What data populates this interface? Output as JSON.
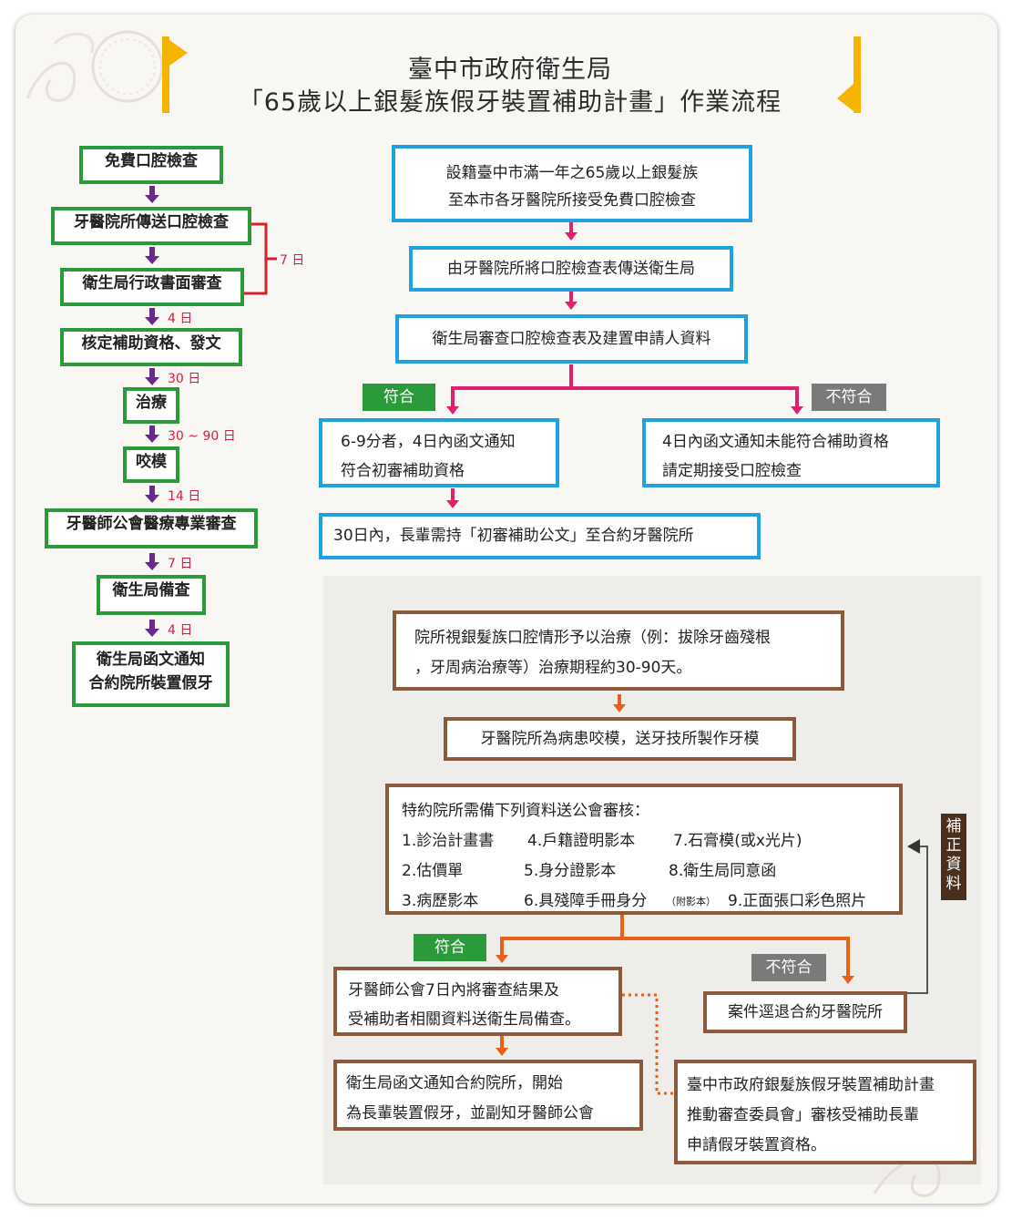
{
  "title": {
    "line1": "臺中市政府衛生局",
    "line2": "「65歲以上銀髮族假牙裝置補助計畫」作業流程"
  },
  "left_flow": {
    "steps": [
      "免費口腔檢查",
      "牙醫院所傳送口腔檢查",
      "衛生局行政書面審查",
      "核定補助資格、發文",
      "治療",
      "咬模",
      "牙醫師公會醫療專業審查",
      "衛生局備查",
      "衛生局函文通知",
      "合約院所裝置假牙"
    ],
    "bracket_label": "7 日",
    "intervals": [
      "4 日",
      "30 日",
      "30 ~ 90 日",
      "14 日",
      "7 日",
      "4 日"
    ]
  },
  "right_flow": {
    "step1": [
      "設籍臺中市滿一年之65歲以上銀髮族",
      "至本市各牙醫院所接受免費口腔檢查"
    ],
    "step2": "由牙醫院所將口腔檢查表傳送衛生局",
    "step3": "衛生局審查口腔檢查表及建置申請人資料",
    "pass_label": "符合",
    "fail_label": "不符合",
    "pass_box": [
      "6-9分者，4日內函文通知",
      "符合初審補助資格"
    ],
    "fail_box": [
      "4日內函文通知未能符合補助資格",
      "請定期接受口腔檢查"
    ],
    "step4": "30日內，長輩需持「初審補助公文」至合約牙醫院所"
  },
  "lower_flow": {
    "treat": [
      "院所視銀髮族口腔情形予以治療（例：拔除牙齒殘根",
      "，牙周病治療等）治療期程約30-90天。"
    ],
    "mold": "牙醫院所為病患咬模，送牙技所製作牙模",
    "docs_title": "特約院所需備下列資料送公會審核：",
    "docs_rows": [
      [
        "1.診治計畫書",
        "4.戶籍證明影本",
        "7.石膏模(或x光片)"
      ],
      [
        "2.估價單",
        "5.身分證影本",
        "8.衛生局同意函"
      ],
      [
        "3.病歷影本",
        "6.具殘障手冊身分",
        "9.正面張口彩色照片"
      ]
    ],
    "docs_note": "（附影本）",
    "side_label": "補正資料",
    "pass_label": "符合",
    "fail_label": "不符合",
    "pass_box": [
      "牙醫師公會7日內將審查結果及",
      "受補助者相關資料送衛生局備查。"
    ],
    "fail_box": "案件逕退合約牙醫院所",
    "notify_box": [
      "衛生局函文通知合約院所，開始",
      "為長輩裝置假牙，並副知牙醫師公會"
    ],
    "committee_box": [
      "臺中市政府銀髮族假牙裝置補助計畫",
      "推動審查委員會」審核受補助長輩",
      "申請假牙裝置資格。"
    ]
  },
  "colors": {
    "green": "#2a9a3a",
    "blue": "#1fa3e0",
    "brown": "#8b5a3c",
    "purple": "#6a2a8a",
    "pink": "#e0206e",
    "orange": "#e8601a",
    "gold": "#f5b400",
    "red_bracket": "#d8202a"
  }
}
